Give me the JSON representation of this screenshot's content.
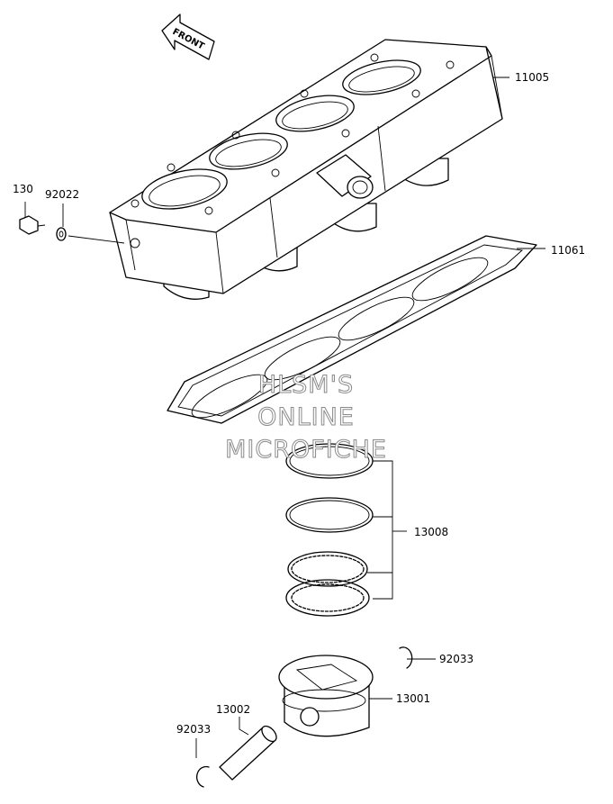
{
  "diagram": {
    "front_arrow_label": "FRONT",
    "watermark": [
      "HLSM'S",
      "ONLINE",
      "MICROFICHE"
    ],
    "parts": [
      {
        "id": "cylinder",
        "number": "11005"
      },
      {
        "id": "gasket",
        "number": "11061"
      },
      {
        "id": "bolt",
        "number": "130"
      },
      {
        "id": "washer",
        "number": "92022"
      },
      {
        "id": "ring-set",
        "number": "13008"
      },
      {
        "id": "clip-right",
        "number": "92033"
      },
      {
        "id": "piston",
        "number": "13001"
      },
      {
        "id": "piston-pin",
        "number": "13002"
      },
      {
        "id": "clip-left",
        "number": "92033"
      }
    ]
  }
}
